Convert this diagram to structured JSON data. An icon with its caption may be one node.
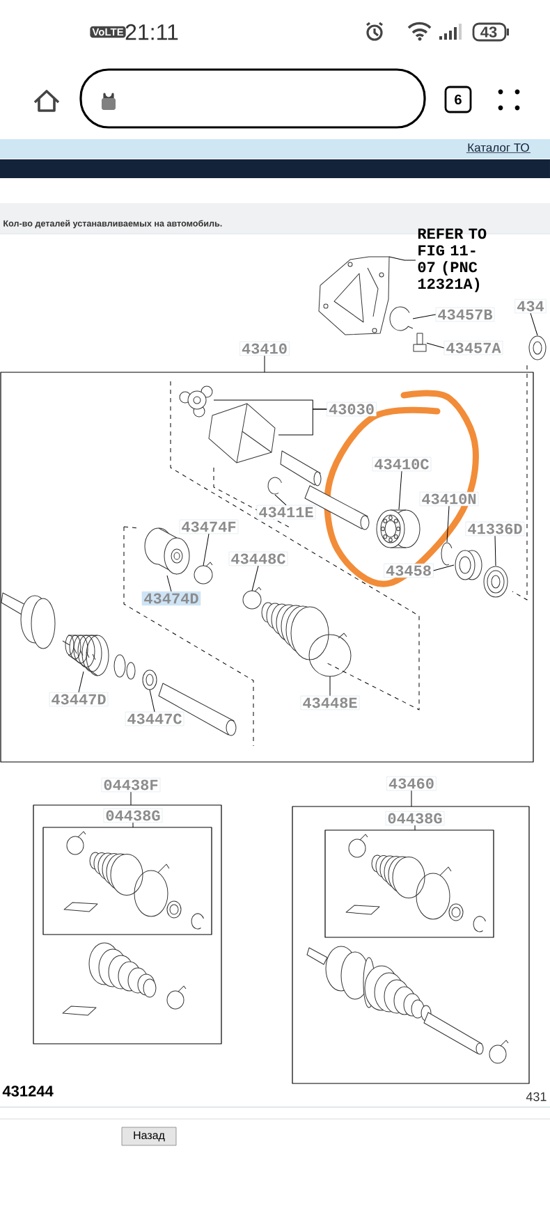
{
  "diagram": {
    "nodes": [
      {
        "text": [
          "REFER TO FIG 11-07 (PNC 12321A)"
        ]
      },
      {
        "text": [],
        "shape": "picture"
      },
      {
        "text": [
          "43457B"
        ]
      },
      {
        "text": [],
        "shape": "picture"
      },
      {
        "text": [
          "43457A"
        ]
      },
      {
        "text": [],
        "shape": "picture"
      },
      {
        "text": [
          "434"
        ]
      },
      {
        "text": [],
        "shape": "picture"
      },
      {
        "text": [
          "43410"
        ]
      },
      {
        "text": [],
        "shape": "box"
      },
      {
        "text": [
          "43030"
        ],
        "in": 9
      },
      {
        "text": [],
        "shape": "picture",
        "in": 9
      },
      {
        "text": [],
        "shape": "picture",
        "in": 9
      },
      {
        "text": [
          "43411E"
        ],
        "in": 9
      },
      {
        "text": [],
        "shape": "picture",
        "in": 9
      },
      {
        "text": [
          "43410C"
        ],
        "in": 9
      },
      {
        "text": [],
        "shape": "picture",
        "in": 9
      },
      {
        "text": [
          "43410N"
        ],
        "in": 9
      },
      {
        "text": [],
        "shape": "picture",
        "in": 9
      },
      {
        "text": [
          "41336D"
        ],
        "in": 9
      },
      {
        "text": [],
        "shape": "picture",
        "in": 9
      },
      {
        "text": [
          "43458"
        ],
        "in": 9
      },
      {
        "text": [],
        "shape": "picture",
        "in": 9
      },
      {
        "text": [
          "43474F"
        ],
        "in": 9
      },
      {
        "text": [],
        "shape": "circle",
        "in": 9
      },
      {
        "text": [
          "43474D"
        ],
        "in": 9
      },
      {
        "text": [],
        "shape": "picture",
        "in": 9
      },
      {
        "text": [
          "43448C"
        ],
        "in": 9
      },
      {
        "text": [],
        "shape": "circle",
        "in": 9
      },
      {
        "text": [
          "43448E"
        ],
        "in": 9
      },
      {
        "text": [],
        "shape": "circle",
        "in": 9
      },
      {
        "text": [
          "43447D"
        ],
        "in": 9
      },
      {
        "text": [],
        "shape": "picture",
        "in": 9
      },
      {
        "text": [
          "43447C"
        ],
        "in": 9
      },
      {
        "text": [],
        "shape": "picture",
        "in": 9
      },
      {
        "text": [
          "04438F"
        ]
      },
      {
        "text": [],
        "shape": "box"
      },
      {
        "text": [
          "04438G"
        ],
        "in": 36
      },
      {
        "text": [],
        "shape": "box",
        "in": 36
      },
      {
        "text": [
          "43460"
        ]
      },
      {
        "text": [],
        "shape": "box"
      },
      {
        "text": [
          "04438G"
        ],
        "in": 40
      },
      {
        "text": [],
        "shape": "box",
        "in": 40
      }
    ],
    "edges": [
      {
        "from": 0,
        "to": 1,
        "arrow": "none"
      },
      {
        "from": 2,
        "to": 3,
        "arrow": "none"
      },
      {
        "from": 4,
        "to": 5,
        "arrow": "none"
      },
      {
        "from": 6,
        "to": 7,
        "arrow": "none"
      },
      {
        "from": 8,
        "to": 9,
        "arrow": "none"
      },
      {
        "from": 10,
        "to": 11,
        "arrow": "none"
      },
      {
        "from": 10,
        "to": 12,
        "arrow": "none"
      },
      {
        "from": 13,
        "to": 14,
        "arrow": "none"
      },
      {
        "from": 15,
        "to": 16,
        "arrow": "none"
      },
      {
        "from": 17,
        "to": 18,
        "arrow": "none"
      },
      {
        "from": 19,
        "to": 20,
        "arrow": "none"
      },
      {
        "from": 21,
        "to": 22,
        "arrow": "none"
      },
      {
        "from": 23,
        "to": 24,
        "arrow": "none"
      },
      {
        "from": 25,
        "to": 26,
        "arrow": "none"
      },
      {
        "from": 27,
        "to": 28,
        "arrow": "none"
      },
      {
        "from": 29,
        "to": 30,
        "arrow": "none"
      },
      {
        "from": 31,
        "to": 32,
        "arrow": "none"
      },
      {
        "from": 33,
        "to": 34,
        "arrow": "none"
      },
      {
        "from": 35,
        "to": 36,
        "arrow": "none"
      },
      {
        "from": 37,
        "to": 38,
        "arrow": "none"
      },
      {
        "from": 39,
        "to": 40,
        "arrow": "none"
      },
      {
        "from": 41,
        "to": 42,
        "arrow": "none"
      }
    ],
    "labels": [
      "VoLTE",
      "21:11",
      "43",
      "6",
      "Каталог ТО",
      "Кол-во деталей устанавливаемых на автомобиль.",
      "431244",
      "431",
      "Назад"
    ]
  }
}
